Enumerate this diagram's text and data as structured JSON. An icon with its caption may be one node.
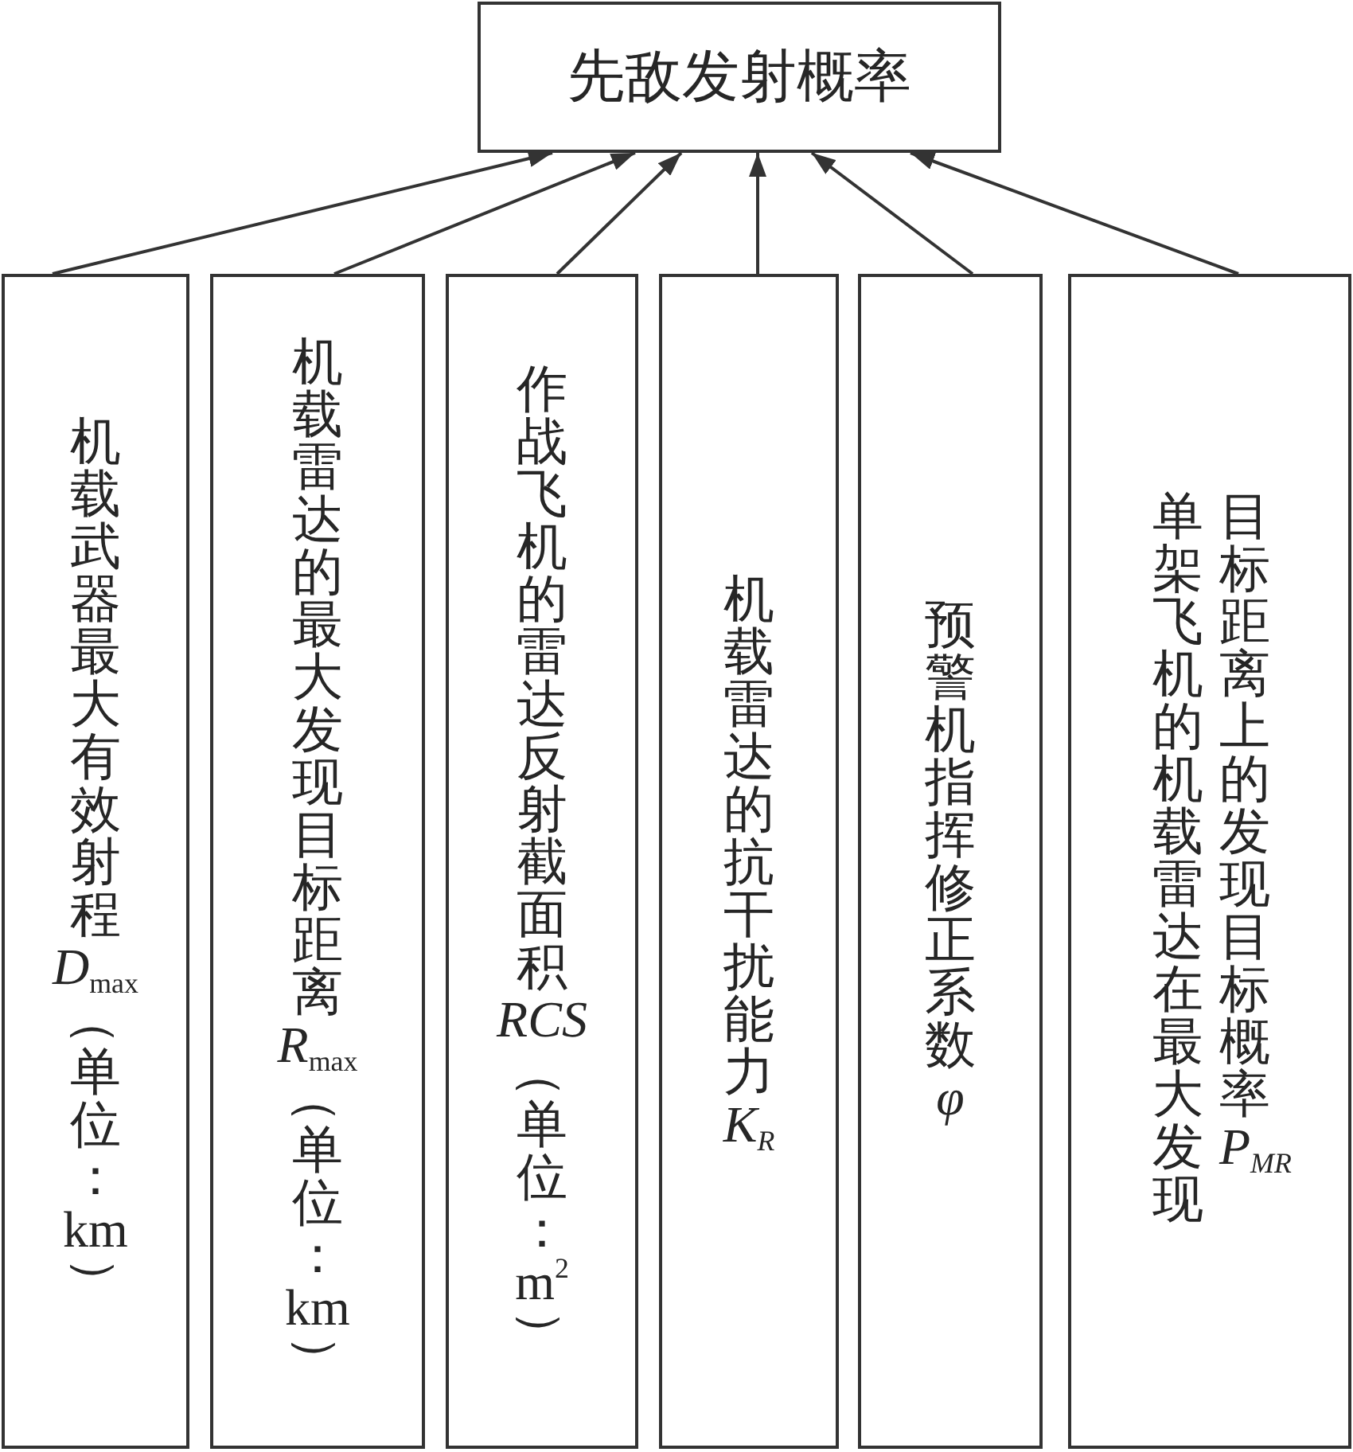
{
  "diagram": {
    "nodes": [
      {
        "text": [
          "先敌发射概率"
        ]
      },
      {
        "text": [
          "机载武器最大有效射程D$_{max}$（单位：km）"
        ]
      },
      {
        "text": [
          "机载雷达的最大发现目标距离R$_{max}$（单位：km）"
        ]
      },
      {
        "text": [
          "作战飞机的雷达反射截面积RCS（单位：m$^{2}$）"
        ]
      },
      {
        "text": [
          "机载雷达的抗干扰能力K$_{R}$"
        ]
      },
      {
        "text": [
          "预警机指挥修正系数φ"
        ]
      },
      {
        "text": [
          "单架飞机的机载雷达在最大发现",
          "目标距离上的发现目标概率P$_{MR}$"
        ]
      }
    ],
    "edges": [
      {
        "from": 1,
        "to": 0,
        "arrow": "to"
      },
      {
        "from": 2,
        "to": 0,
        "arrow": "to"
      },
      {
        "from": 3,
        "to": 0,
        "arrow": "to"
      },
      {
        "from": 4,
        "to": 0,
        "arrow": "to"
      },
      {
        "from": 5,
        "to": 0,
        "arrow": "to"
      },
      {
        "from": 6,
        "to": 0,
        "arrow": "to"
      }
    ]
  }
}
